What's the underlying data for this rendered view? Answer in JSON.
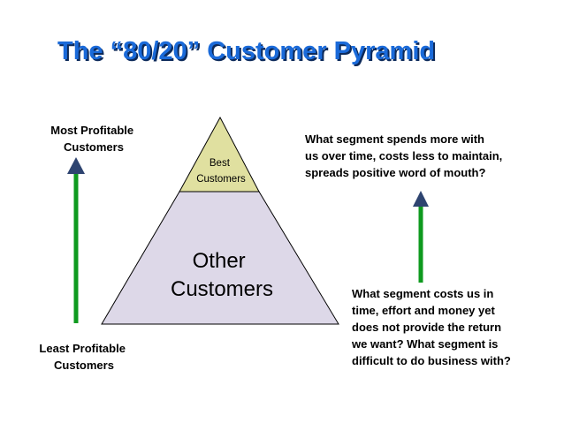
{
  "title": "The “80/20” Customer Pyramid",
  "colors": {
    "title_fill": "#1a6ad9",
    "title_shadow": "#0d2a5a",
    "pyramid_top": "#e0e0a0",
    "pyramid_bottom": "#ddd8e8",
    "arrow_shaft": "#0e9a1e",
    "arrowhead": "#2e4470"
  },
  "left_axis": {
    "top_label": [
      "Most Profitable",
      "Customers"
    ],
    "bottom_label": [
      "Least Profitable",
      "Customers"
    ]
  },
  "pyramid": {
    "top_segment": [
      "Best",
      "Customers"
    ],
    "bottom_segment": [
      "Other",
      "Customers"
    ]
  },
  "right_notes": {
    "top_question": [
      "What segment spends more with",
      "us over time, costs less to maintain,",
      "spreads positive word of mouth?"
    ],
    "bottom_question": [
      "What segment costs us in",
      "time, effort and money yet",
      "does not provide the return",
      "we want?  What segment is",
      "difficult to do business with?"
    ]
  }
}
